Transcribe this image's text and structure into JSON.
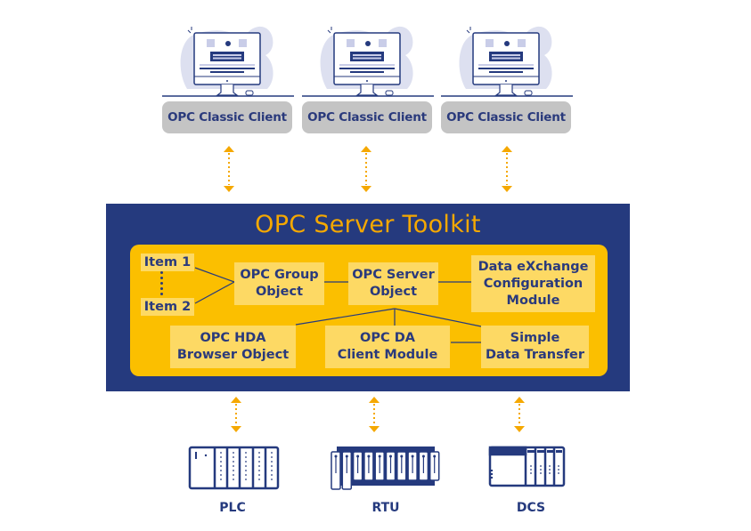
{
  "clients": [
    {
      "label": "OPC Classic Client",
      "icon": "desktop-monitor-icon"
    },
    {
      "label": "OPC Classic Client",
      "icon": "desktop-monitor-icon"
    },
    {
      "label": "OPC Classic Client",
      "icon": "desktop-monitor-icon"
    }
  ],
  "toolkit": {
    "title": "OPC Server Toolkit",
    "items": {
      "item1": "Item 1",
      "ellipsis": "⋮",
      "item2": "Item 2"
    },
    "boxes": {
      "group_object": [
        "OPC Group",
        "Object"
      ],
      "server_object": [
        "OPC Server",
        "Object"
      ],
      "dx_config": [
        "Data eXchange",
        "Configuration",
        "Module"
      ],
      "hda_browser": [
        "OPC HDA",
        "Browser Object"
      ],
      "da_client": [
        "OPC DA",
        "Client Module"
      ],
      "simple_transfer": [
        "Simple",
        "Data Transfer"
      ]
    }
  },
  "devices": [
    {
      "label": "PLC",
      "icon": "plc-rack-icon"
    },
    {
      "label": "RTU",
      "icon": "rtu-rack-icon"
    },
    {
      "label": "DCS",
      "icon": "dcs-cabinet-icon"
    }
  ],
  "colors": {
    "navy": "#253a7e",
    "orange": "#f5a800",
    "yellow": "#fbbf00",
    "box_yellow": "#fdd964",
    "pill_gray": "#c4c4c4",
    "blob": "#dde0f0"
  }
}
